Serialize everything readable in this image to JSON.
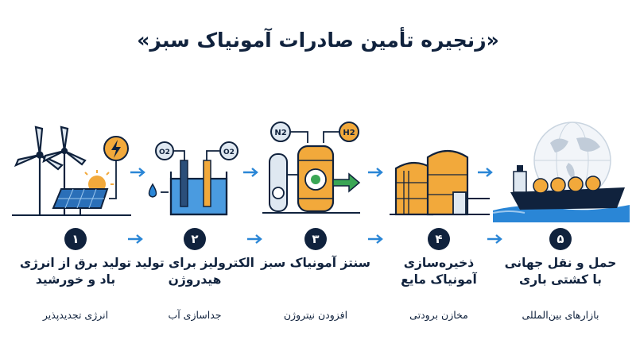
{
  "title": "«زنجیره تأمین صادرات آمونیاک سبز»",
  "steps": [
    {
      "num": "۱",
      "title": "تولید برق از انرژی باد و خورشید",
      "subtitle": "انرژی تجدیدپذیر"
    },
    {
      "num": "۲",
      "title": "الکترولیز برای تولید هیدروژن",
      "subtitle": "جداسازی آب"
    },
    {
      "num": "۳",
      "title": "سنتز آمونیاک سبز",
      "subtitle": "افزودن نیتروژن"
    },
    {
      "num": "۴",
      "title": "ذخیره‌سازی آمونیاک مایع",
      "subtitle": "مخازن برودتی"
    },
    {
      "num": "۵",
      "title": "حمل و نقل جهانی با کشتی باری",
      "subtitle": "بازارهای بین‌المللی"
    }
  ],
  "illustration_labels": {
    "o2_in": "O2",
    "o2_out": "O2",
    "n2": "N2",
    "h2": "H2"
  },
  "colors": {
    "navy": "#10223d",
    "blue": "#2a86d6",
    "orange": "#f2a93b",
    "green": "#3aa655"
  }
}
